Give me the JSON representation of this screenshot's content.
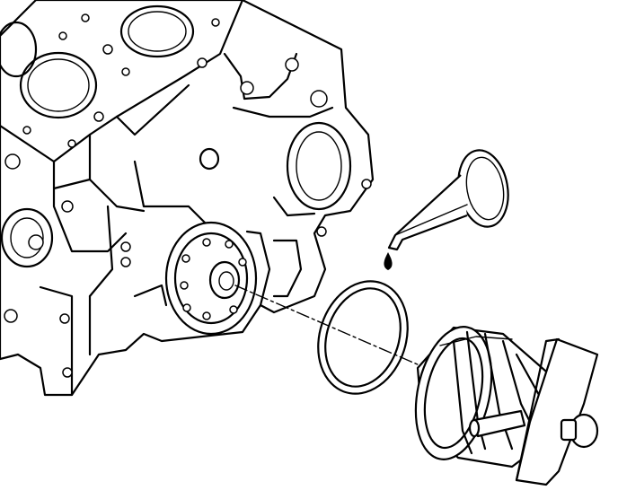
{
  "illustration": {
    "parts": [
      {
        "name": "engine-block",
        "kind": "component"
      },
      {
        "name": "crankshaft-rear-flange",
        "kind": "component"
      },
      {
        "name": "rear-main-seal",
        "kind": "component"
      },
      {
        "name": "seal-installer-tool",
        "kind": "tool"
      },
      {
        "name": "oil-funnel",
        "kind": "tool"
      },
      {
        "name": "oil-drop",
        "kind": "indicator"
      }
    ],
    "assembly_line": "dashed",
    "colors": {
      "line": "#000000",
      "background": "#ffffff"
    }
  }
}
